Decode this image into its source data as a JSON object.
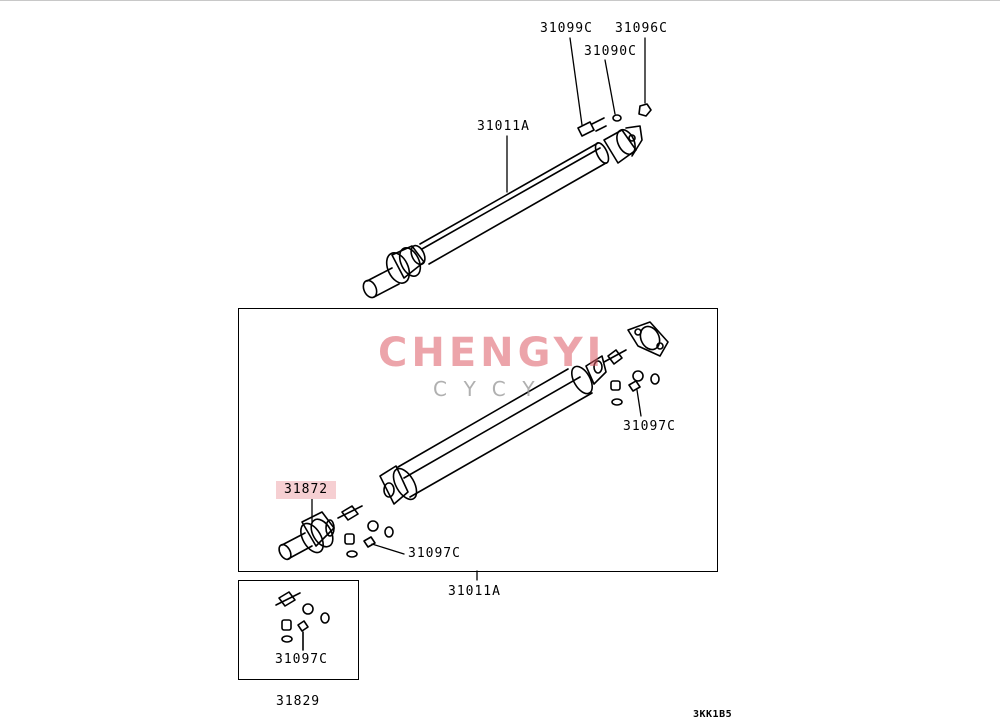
{
  "labels": {
    "p31099c": "31099C",
    "p31096c": "31096C",
    "p31090c": "31090C",
    "p31011a_top": "31011A",
    "p31872": "31872",
    "p31097c_right": "31097C",
    "p31097c_mid": "31097C",
    "p31011a_box": "31011A",
    "p31097c_small": "31097C",
    "p31829": "31829",
    "code": "3KK1B5"
  },
  "watermark": {
    "brand": "CHENGYI",
    "sub": "CYCY"
  },
  "colors": {
    "line": "#000000",
    "highlight": "#f6cfd2",
    "watermark_red": "#dc5a64",
    "watermark_gray": "#969696"
  }
}
